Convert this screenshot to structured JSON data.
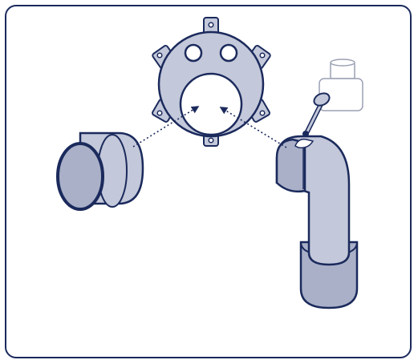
{
  "colors": {
    "outline": "#1b2a5c",
    "fill": "#c3c8da",
    "fill_dark": "#a9b0c8",
    "highlight": "#dde1ec",
    "bottle_outline": "#9aa0b4",
    "background": "#ffffff"
  },
  "icons": [
    "flange-plate",
    "round-cap",
    "elbow-pipe",
    "sealant-brush",
    "sealant-jar"
  ]
}
